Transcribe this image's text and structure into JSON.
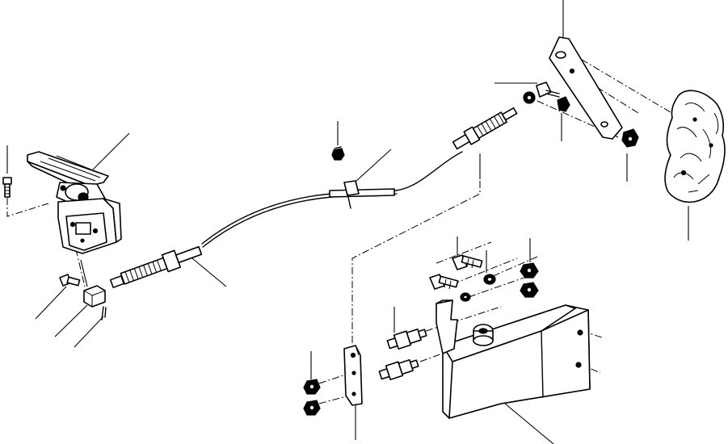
{
  "diagram": {
    "kind": "exploded-parts-view",
    "background_color": "#ffffff",
    "line_color": "#000000",
    "parts": [
      {
        "id": "accelerator-pedal-assembly",
        "icon": "pedal-icon"
      },
      {
        "id": "pedal-mount-bolt",
        "icon": "bolt-icon"
      },
      {
        "id": "clevis-block",
        "icon": "block-icon"
      },
      {
        "id": "clevis-bolt",
        "icon": "bolt-icon"
      },
      {
        "id": "cotter-pin",
        "icon": "pin-icon"
      },
      {
        "id": "throttle-cable",
        "icon": "cable-icon"
      },
      {
        "id": "cable-clamp",
        "icon": "clamp-icon"
      },
      {
        "id": "clamp-nut",
        "icon": "nut-icon"
      },
      {
        "id": "cable-end-rod",
        "icon": "rod-icon"
      },
      {
        "id": "ball-joint",
        "icon": "joint-icon"
      },
      {
        "id": "lever-plate",
        "icon": "plate-icon"
      },
      {
        "id": "injection-pump",
        "icon": "pump-icon"
      },
      {
        "id": "mounting-bracket",
        "icon": "bracket-icon"
      },
      {
        "id": "stopper-bolts",
        "icon": "bolt-icon"
      },
      {
        "id": "lock-nuts",
        "icon": "nut-icon"
      },
      {
        "id": "cable-holder-plate",
        "icon": "plate-icon"
      }
    ]
  }
}
